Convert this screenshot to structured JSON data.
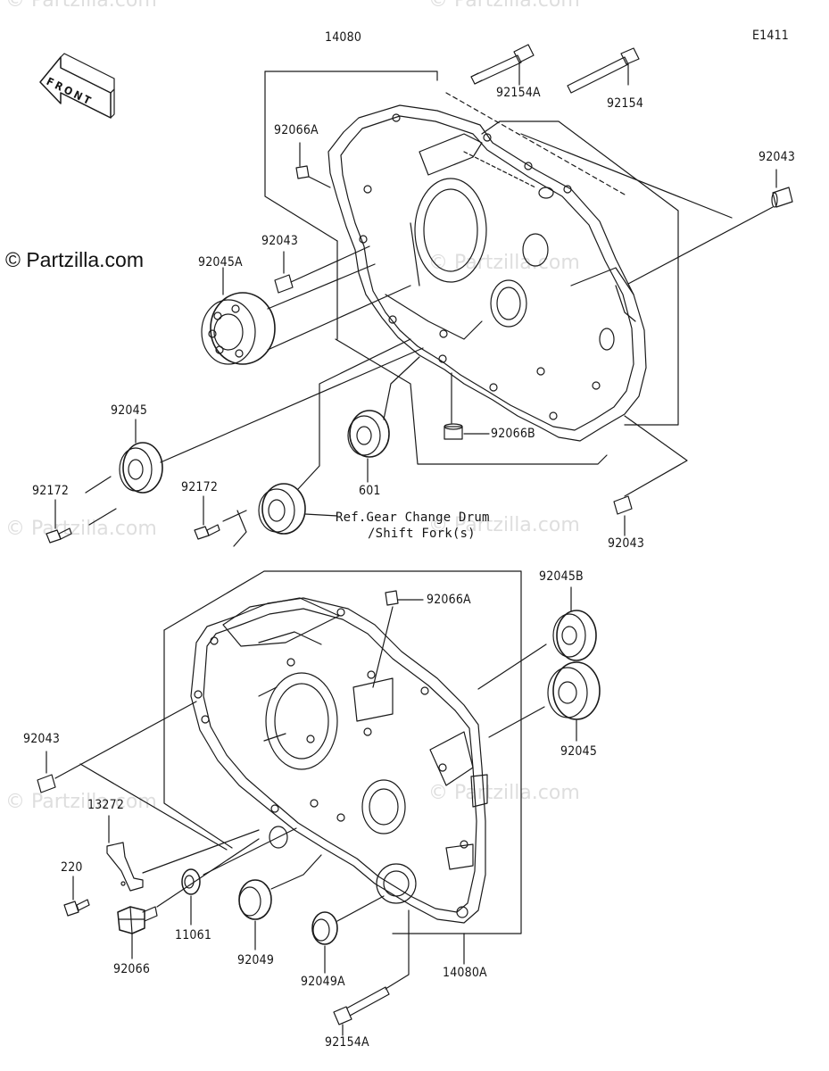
{
  "diagram": {
    "code": "E1411",
    "brand": "© Partzilla.com",
    "watermark": "© Partzilla.com",
    "front_arrow": "FRONT",
    "reference_note_line1": "Ref.Gear Change Drum",
    "reference_note_line2": "/Shift Fork(s)"
  },
  "parts": [
    {
      "id": "14080"
    },
    {
      "id": "92154A"
    },
    {
      "id": "92154"
    },
    {
      "id": "92066A"
    },
    {
      "id": "92043"
    },
    {
      "id": "92045A"
    },
    {
      "id": "92045"
    },
    {
      "id": "92172"
    },
    {
      "id": "601"
    },
    {
      "id": "92066B"
    },
    {
      "id": "92045B"
    },
    {
      "id": "13272"
    },
    {
      "id": "220"
    },
    {
      "id": "92066"
    },
    {
      "id": "11061"
    },
    {
      "id": "92049"
    },
    {
      "id": "92049A"
    },
    {
      "id": "14080A"
    }
  ],
  "callouts": {
    "top_case": "14080",
    "bolt_a_top": "92154A",
    "bolt_top": "92154",
    "dowel_a_top": "92066A",
    "dowel_right_top": "92043",
    "dowel_left_top": "92043",
    "bearing_a": "92045A",
    "bearing_left": "92045",
    "screw_left": "92172",
    "screw_mid": "92172",
    "bearing_601": "601",
    "dowel_b": "92066B",
    "dowel_bottom_right_top": "92043",
    "dowel_a_bottom": "92066A",
    "bearing_b": "92045B",
    "bearing_right_bottom": "92045",
    "dowel_left_bottom": "92043",
    "plate": "13272",
    "screw_220": "220",
    "washer": "11061",
    "plug": "92066",
    "seal": "92049",
    "seal_a": "92049A",
    "bottom_case": "14080A",
    "bolt_a_bottom": "92154A"
  }
}
